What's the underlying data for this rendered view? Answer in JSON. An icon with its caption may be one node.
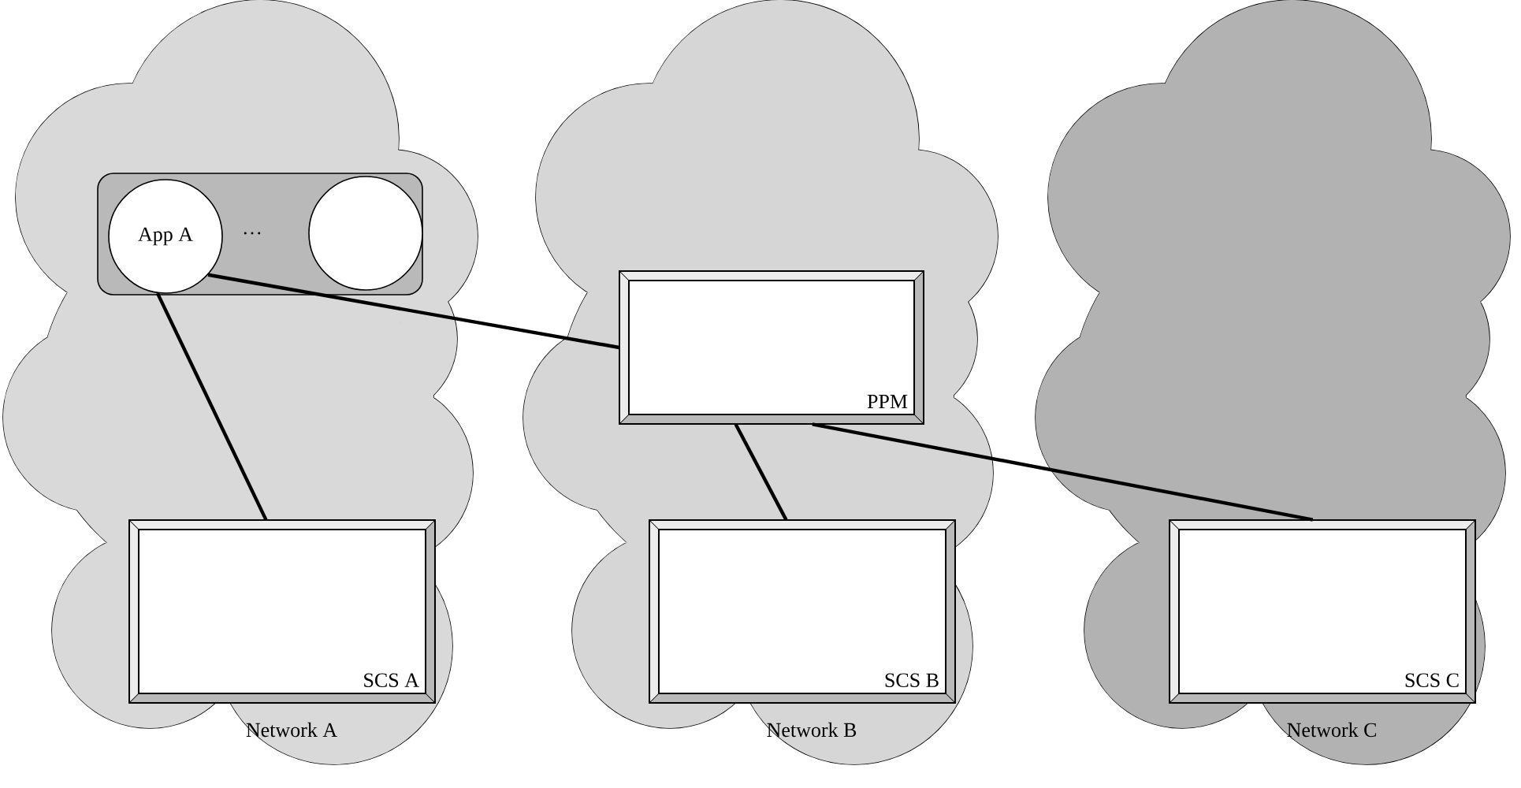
{
  "diagram": {
    "nodes": [
      {
        "text": [
          "Network A"
        ]
      },
      {
        "text": [],
        "shape": "box",
        "in": 0
      },
      {
        "text": [
          "App A"
        ],
        "in": 1
      },
      {
        "text": [],
        "shape": "circle",
        "in": 1
      },
      {
        "text": [
          "SCS A"
        ],
        "in": 0
      },
      {
        "text": [
          "Network B"
        ]
      },
      {
        "text": [
          "PPM"
        ],
        "in": 5
      },
      {
        "text": [
          "SCS B"
        ],
        "in": 5
      },
      {
        "text": [
          "Network C"
        ]
      },
      {
        "text": [
          "SCS C"
        ],
        "in": 8
      }
    ],
    "edges": [
      {
        "from": 2,
        "to": 6,
        "arrow": "none"
      },
      {
        "from": 2,
        "to": 4,
        "arrow": "none"
      },
      {
        "from": 6,
        "to": 7,
        "arrow": "none"
      },
      {
        "from": 6,
        "to": 9,
        "arrow": "none"
      }
    ],
    "labels": [
      "…"
    ]
  }
}
